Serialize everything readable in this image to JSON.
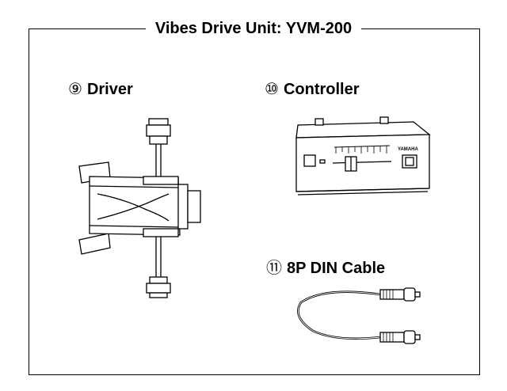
{
  "title": "Vibes Drive Unit: YVM-200",
  "items": [
    {
      "number": "⑨",
      "name": "Driver",
      "icon": "driver-illustration"
    },
    {
      "number": "⑩",
      "name": "Controller",
      "icon": "controller-illustration"
    },
    {
      "number": "⑪",
      "name": "8P DIN Cable",
      "icon": "cable-illustration"
    }
  ],
  "controller": {
    "brand": "YAMAHA"
  }
}
